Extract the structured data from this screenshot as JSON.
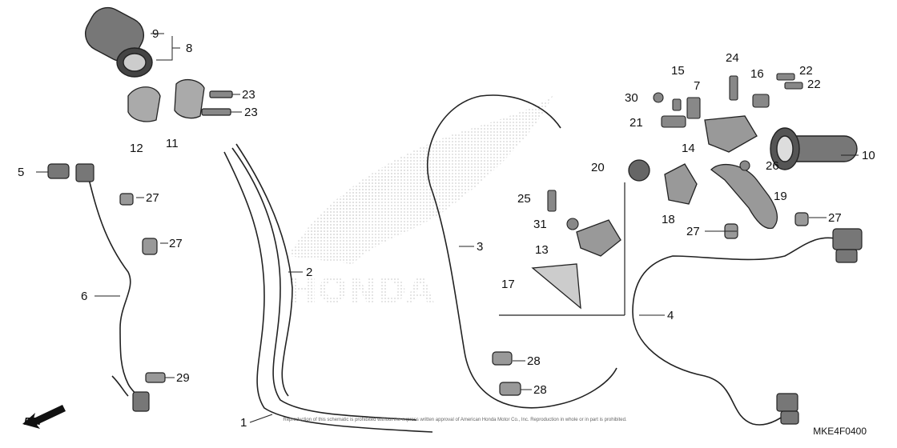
{
  "diagram_code": "MKE4F0400",
  "direction_label": "FR.",
  "copyright_note": "Reproduction of this schematic is prohibited without the express written approval of American Honda Motor Co., Inc. Reproduction in whole or in part is prohibited.",
  "watermark_brand": "HONDA",
  "callouts": [
    {
      "id": "1",
      "label": "1"
    },
    {
      "id": "2",
      "label": "2"
    },
    {
      "id": "3",
      "label": "3"
    },
    {
      "id": "4",
      "label": "4"
    },
    {
      "id": "5",
      "label": "5"
    },
    {
      "id": "6",
      "label": "6"
    },
    {
      "id": "7",
      "label": "7"
    },
    {
      "id": "8",
      "label": "8"
    },
    {
      "id": "9",
      "label": "9"
    },
    {
      "id": "10",
      "label": "10"
    },
    {
      "id": "11",
      "label": "11"
    },
    {
      "id": "12",
      "label": "12"
    },
    {
      "id": "13",
      "label": "13"
    },
    {
      "id": "14",
      "label": "14"
    },
    {
      "id": "15",
      "label": "15"
    },
    {
      "id": "16",
      "label": "16"
    },
    {
      "id": "17",
      "label": "17"
    },
    {
      "id": "18",
      "label": "18"
    },
    {
      "id": "19",
      "label": "19"
    },
    {
      "id": "20",
      "label": "20"
    },
    {
      "id": "21",
      "label": "21"
    },
    {
      "id": "22a",
      "label": "22"
    },
    {
      "id": "22b",
      "label": "22"
    },
    {
      "id": "23a",
      "label": "23"
    },
    {
      "id": "23b",
      "label": "23"
    },
    {
      "id": "24",
      "label": "24"
    },
    {
      "id": "25",
      "label": "25"
    },
    {
      "id": "26",
      "label": "26"
    },
    {
      "id": "27a",
      "label": "27"
    },
    {
      "id": "27b",
      "label": "27"
    },
    {
      "id": "27c",
      "label": "27"
    },
    {
      "id": "27d",
      "label": "27"
    },
    {
      "id": "28a",
      "label": "28"
    },
    {
      "id": "28b",
      "label": "28"
    },
    {
      "id": "29",
      "label": "29"
    },
    {
      "id": "30",
      "label": "30"
    },
    {
      "id": "31",
      "label": "31"
    }
  ]
}
